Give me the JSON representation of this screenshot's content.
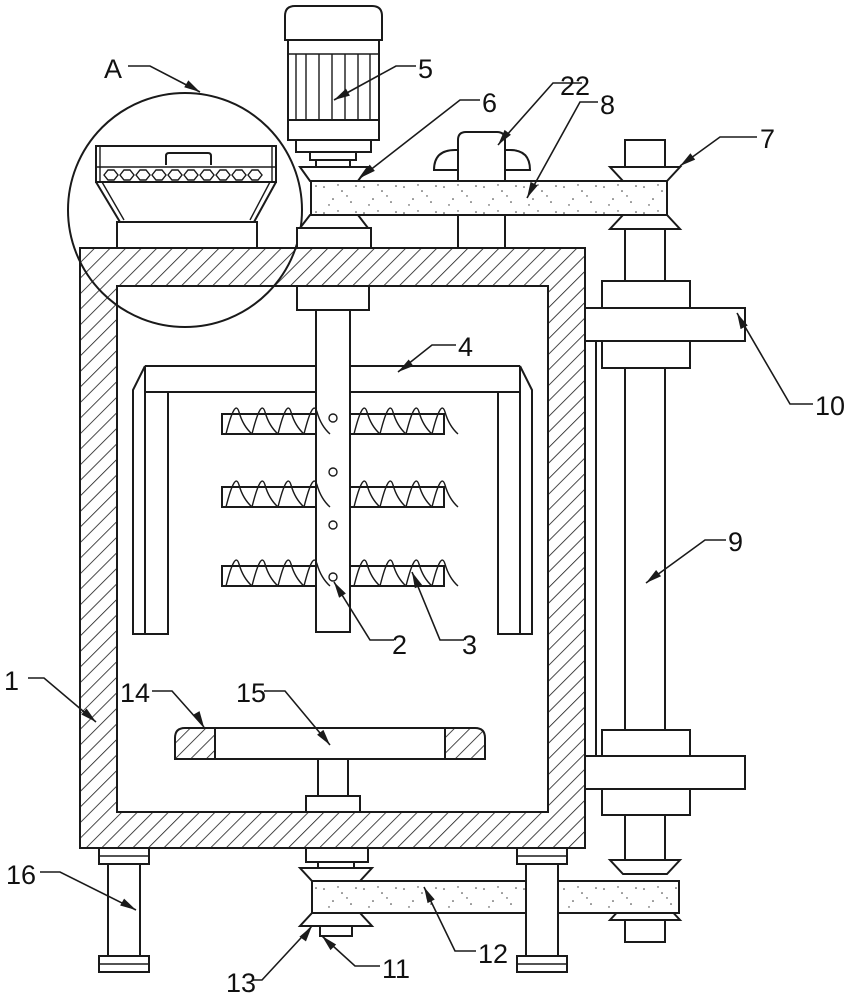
{
  "figure": {
    "type": "patent-mechanical-drawing",
    "subject": "mixing tank with motor drive, belt transmission and stirring assembly",
    "detail_callout": "A",
    "labels": [
      {
        "id": "A",
        "text": "A",
        "part": "detail-circle-filter-hopper"
      },
      {
        "id": "1",
        "text": "1",
        "part": "tank-body"
      },
      {
        "id": "2",
        "text": "2",
        "part": "stirring-shaft"
      },
      {
        "id": "3",
        "text": "3",
        "part": "helical-blade"
      },
      {
        "id": "4",
        "text": "4",
        "part": "scraper-frame"
      },
      {
        "id": "5",
        "text": "5",
        "part": "motor"
      },
      {
        "id": "6",
        "text": "6",
        "part": "drive-pulley-top"
      },
      {
        "id": "7",
        "text": "7",
        "part": "driven-pulley-top"
      },
      {
        "id": "8",
        "text": "8",
        "part": "top-belt"
      },
      {
        "id": "9",
        "text": "9",
        "part": "vertical-transmission-shaft"
      },
      {
        "id": "10",
        "text": "10",
        "part": "support-bracket"
      },
      {
        "id": "11",
        "text": "11",
        "part": "bottom-pulley"
      },
      {
        "id": "12",
        "text": "12",
        "part": "bottom-belt"
      },
      {
        "id": "13",
        "text": "13",
        "part": "bottom-shaft-bearing"
      },
      {
        "id": "14",
        "text": "14",
        "part": "scraper-ring"
      },
      {
        "id": "15",
        "text": "15",
        "part": "bottom-rotating-disc"
      },
      {
        "id": "16",
        "text": "16",
        "part": "support-leg"
      },
      {
        "id": "22",
        "text": "22",
        "part": "feed-hopper-cap"
      }
    ]
  }
}
